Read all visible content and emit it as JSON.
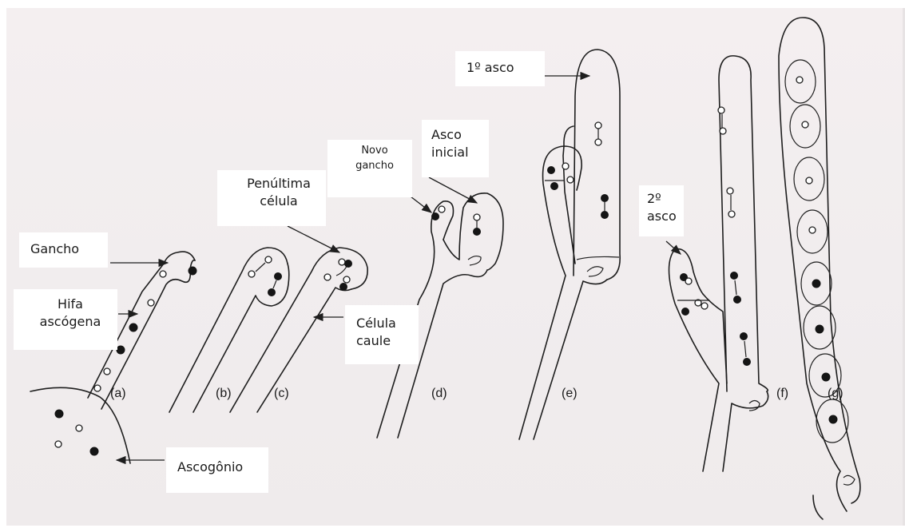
{
  "labels": {
    "gancho": "Gancho",
    "hifa": "Hifa\nascógena",
    "ascogonio": "Ascogônio",
    "penultima": "Penúltima\ncélula",
    "celula_caule": "Célula\ncaule",
    "novo_gancho": "Novo\ngancho",
    "asco_inicial": "Asco\ninicial",
    "primeiro_asco": "1º asco",
    "segundo_asco": "2º\nasco"
  },
  "stages": [
    "(a)",
    "(b)",
    "(c)",
    "(d)",
    "(e)",
    "(f)",
    "(g)"
  ],
  "colors": {
    "paper": "#f1edee",
    "ink": "#1e1e1e",
    "label_box": "#ffffff"
  }
}
